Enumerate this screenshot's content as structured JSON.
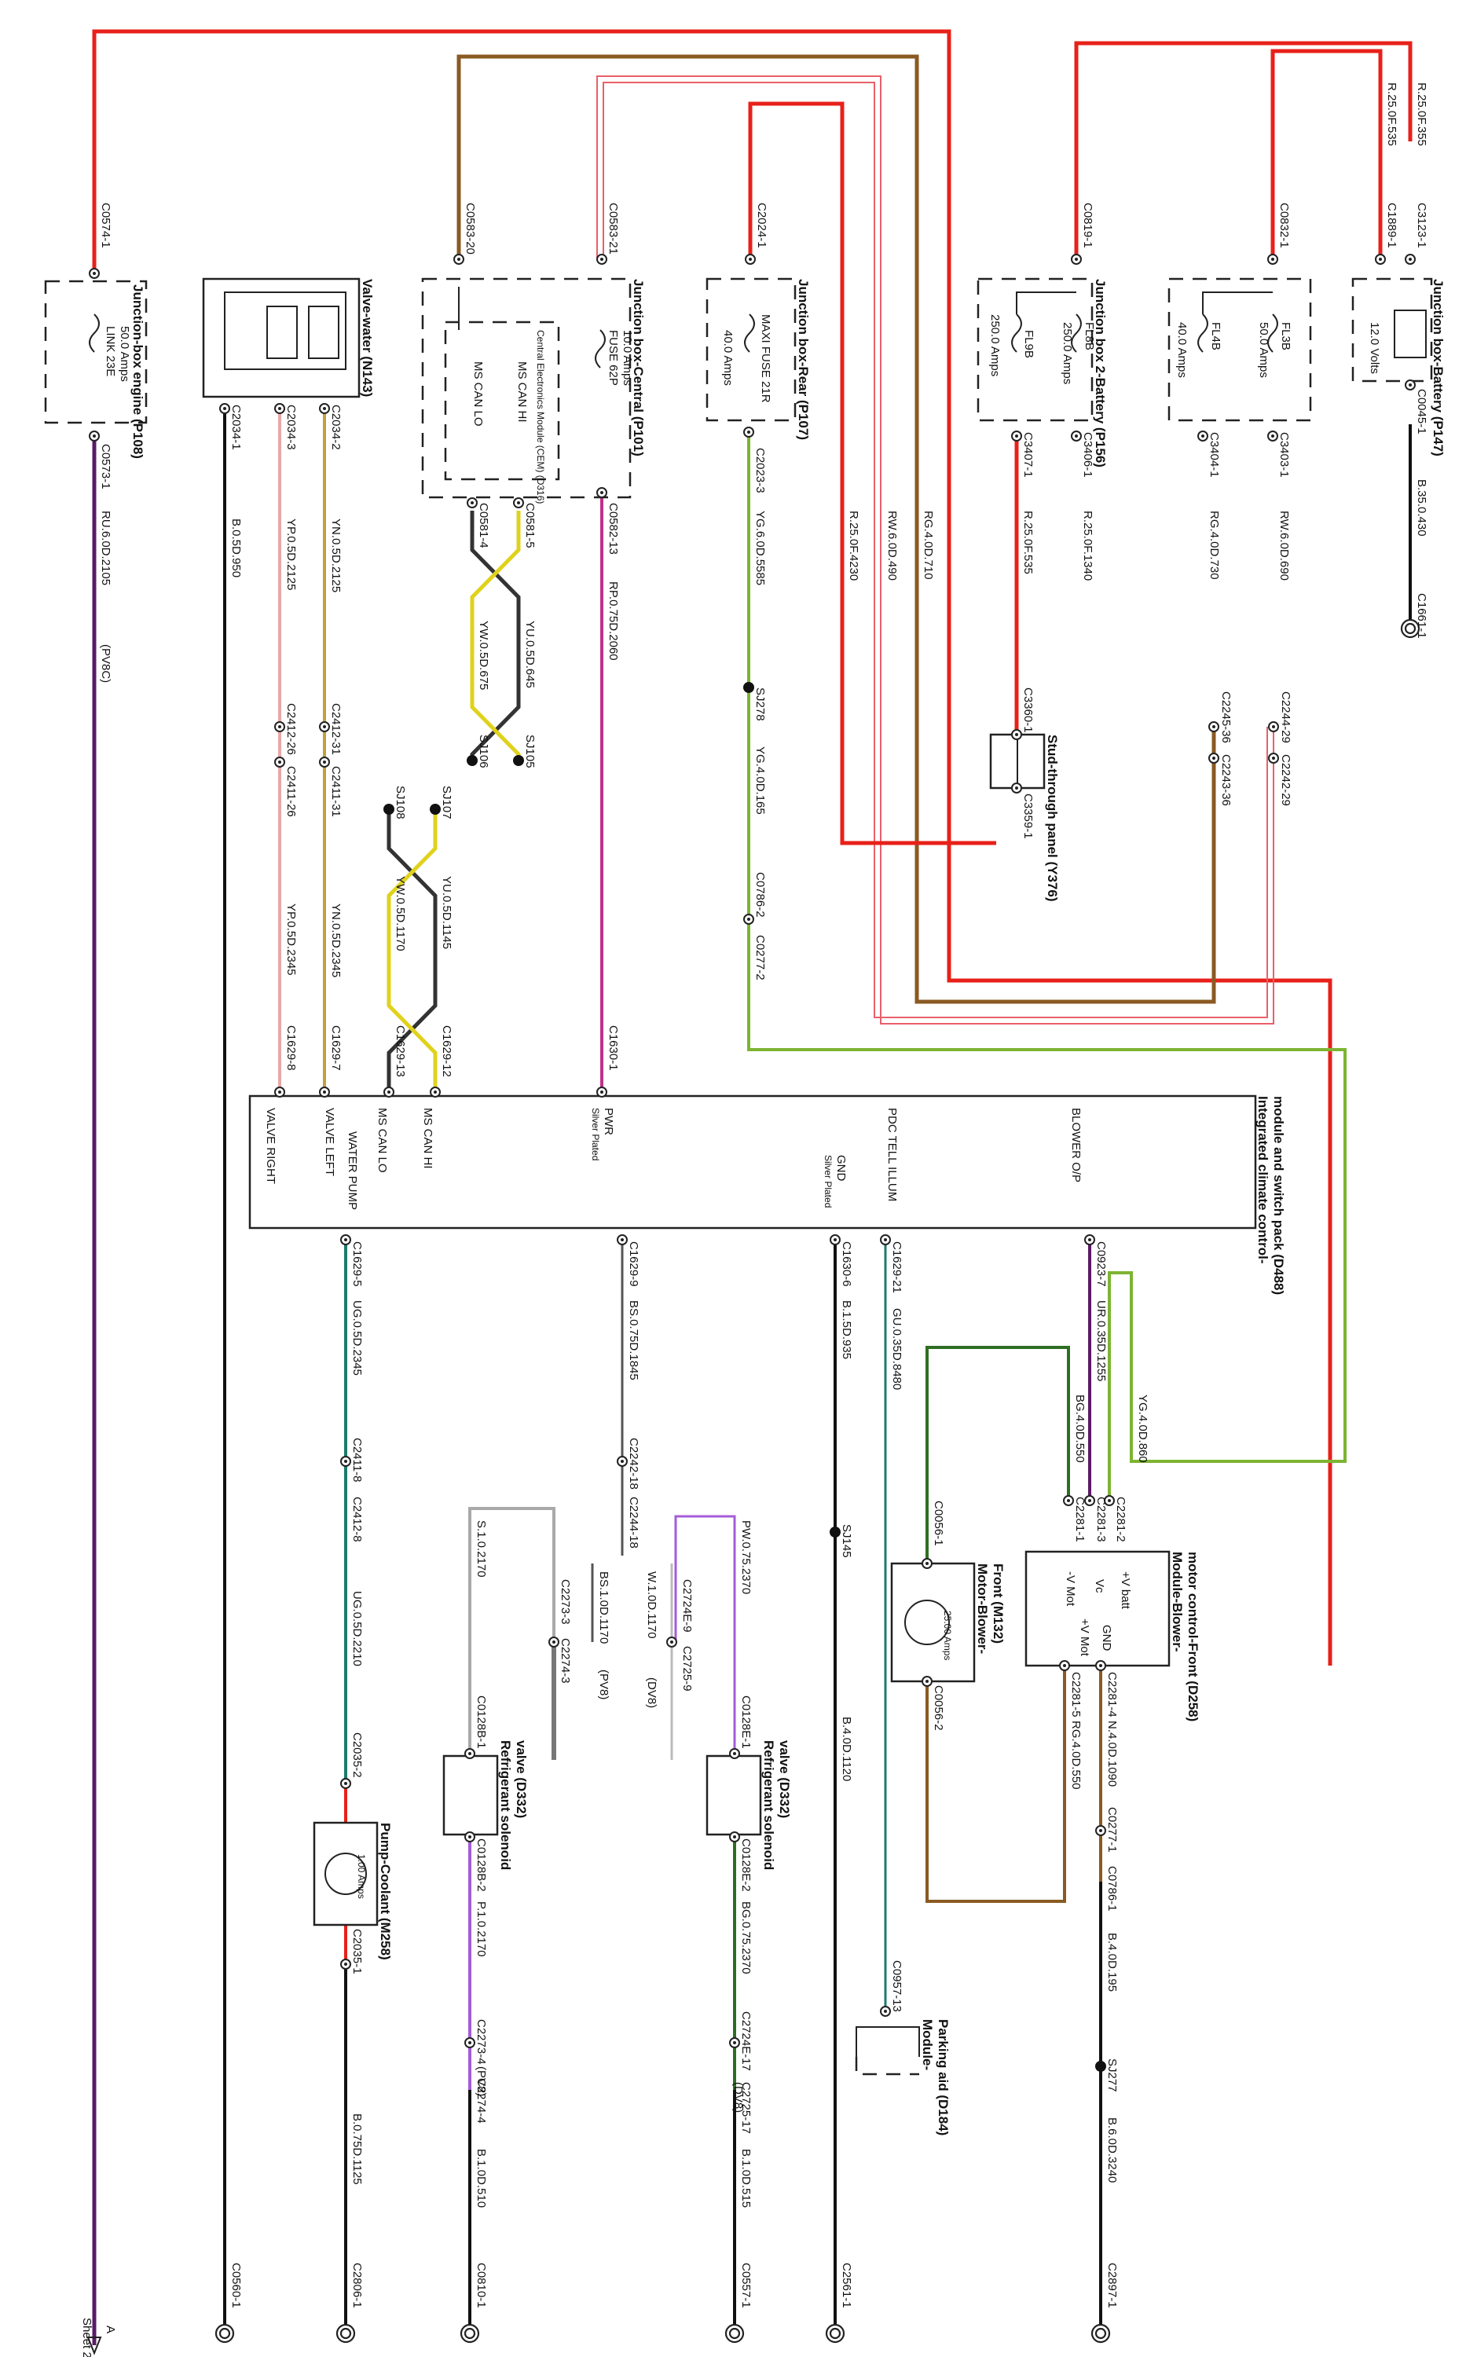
{
  "colors": {
    "red": "#e8201a",
    "brown": "#8a5a22",
    "green": "#7db432",
    "darkgreen": "#2e6e22",
    "violet": "#5b1a66",
    "purple": "#a45cd8",
    "magenta": "#c0308a",
    "teal": "#1e7a6e",
    "yellow": "#e2d21c",
    "gray": "#a9a9a9",
    "black": "#111111"
  },
  "components": {
    "jb_engine": {
      "title": "Junction-box engine (P108)",
      "fuse_name": "LINK 23E",
      "fuse_rating": "50.0 Amps"
    },
    "valve_water": {
      "title": "Valve-water (N143)"
    },
    "jb_central": {
      "title": "Junction box-Central (P101)",
      "fuse_name": "FUSE 62P",
      "fuse_rating": "10.0 Amps",
      "cem": "Central Electronics Module (CEM) (D316)",
      "pin_hi": "MS CAN HI",
      "pin_lo": "MS CAN LO"
    },
    "jb_rear": {
      "title": "Junction box-Rear (P107)",
      "fuse_name": "MAXI FUSE 21R",
      "fuse_rating": "40.0 Amps"
    },
    "jb2_battery": {
      "title": "Junction box 2-Battery (P156)",
      "fuse_b_name": "FL8B",
      "fuse_b_rating": "250.0 Amps",
      "fuse_a_name": "FL9B",
      "fuse_a_rating": "250.0 Amps"
    },
    "jb_battery": {
      "title": "Junction box-Battery (P147)",
      "fuse_a_name": "FL3B",
      "fuse_a_rating": "50.0 Amps",
      "fuse_b_name": "FL4B",
      "fuse_b_rating": "40.0 Amps",
      "relay_volts": "12.0 Volts"
    },
    "stud_panel": {
      "title": "Stud-through panel (Y376)"
    },
    "icc": {
      "title_1": "Integrated climate control-",
      "title_2": "module and switch pack (D488)",
      "pin_blower": "BLOWER O/P",
      "pin_pdc": "PDC TELL ILLUM",
      "pin_gnd": "GND",
      "pin_gnd_sub": "Silver Plated",
      "pin_pwr": "PWR",
      "pin_pwr_sub": "Silver Plated",
      "pin_can_hi": "MS CAN HI",
      "pin_can_lo": "MS CAN LO",
      "pin_water": "WATER PUMP",
      "pin_valve_left": "VALVE LEFT",
      "pin_valve_right": "VALVE RIGHT"
    },
    "blower_module": {
      "title_1": "Module-Blower-",
      "title_2": "motor control-Front (D258)",
      "pin_batt": "+V batt",
      "pin_vc": "Vc",
      "pin_gnd": "GND",
      "pin_vmot_p": "+V Mot",
      "pin_vmot_n": "-V Mot"
    },
    "blower_motor": {
      "title_1": "Motor-Blower-",
      "title_2": "Front (M132)",
      "rating": "25.00 Amps"
    },
    "rs_valve_a": {
      "title_1": "Refrigerant solenoid",
      "title_2": "valve (D332)"
    },
    "rs_valve_b": {
      "title_1": "Refrigerant solenoid",
      "title_2": "valve (D332)"
    },
    "pump": {
      "title": "Pump-Coolant (M258)",
      "rating": "1.00 Amps"
    },
    "parking": {
      "title_1": "Module-",
      "title_2": "Parking aid (D184)"
    }
  },
  "connectors": {
    "c0574_1": "C0574-1",
    "c0573_1": "C0573-1",
    "c2034_1": "C2034-1",
    "c2034_3": "C2034-3",
    "c2034_2": "C2034-2",
    "c0583_20": "C0583-20",
    "c0583_21": "C0583-21",
    "c0581_5": "C0581-5",
    "c0581_4": "C0581-4",
    "c0582_13": "C0582-13",
    "c2024_1": "C2024-1",
    "c2023_3": "C2023-3",
    "c0819_1": "C0819-1",
    "c3407_1": "C3407-1",
    "c3406_1": "C3406-1",
    "c0832_1": "C0832-1",
    "c3404_1": "C3404-1",
    "c3403_1": "C3403-1",
    "c1889_1": "C1889-1",
    "c3123_1": "C3123-1",
    "c0045_1": "C0045-1",
    "c1661_1": "C1661-1",
    "c3360_1": "C3360-1",
    "c3359_1": "C3359-1",
    "c2245_36": "C2245-36",
    "c2243_36": "C2243-36",
    "c2244_29": "C2244-29",
    "c2242_29": "C2242-29",
    "c0786_2": "C0786-2",
    "c0277_2": "C0277-2",
    "c2412_26": "C2412-26",
    "c2411_26": "C2411-26",
    "c2412_31": "C2412-31",
    "c2411_31": "C2411-31",
    "c1629_8": "C1629-8",
    "c1629_7": "C1629-7",
    "c1629_13": "C1629-13",
    "c1629_12": "C1629-12",
    "c1630_1": "C1630-1",
    "c1629_5": "C1629-5",
    "c1629_9": "C1629-9",
    "c1630_6": "C1630-6",
    "c1629_21": "C1629-21",
    "c0923_7": "C0923-7",
    "c2411_8": "C2411-8",
    "c2412_8": "C2412-8",
    "c2242_18": "C2242-18",
    "c2244_18": "C2244-18",
    "c2273_3": "C2273-3",
    "c2274_3": "C2274-3",
    "c2724e_9": "C2724E-9",
    "c2725_9": "C2725-9",
    "c0128b_1": "C0128B-1",
    "c0128b_2": "C0128B-2",
    "c0128e_1": "C0128E-1",
    "c0128e_2": "C0128E-2",
    "c2035_2": "C2035-2",
    "c2035_1": "C2035-1",
    "c2273_4": "C2273-4",
    "c2274_4": "C2274-4",
    "c2724e_17": "C2724E-17",
    "c2725_17": "C2725-17",
    "c0056_1": "C0056-1",
    "c0056_2": "C0056-2",
    "c2281_2": "C2281-2",
    "c2281_3": "C2281-3",
    "c2281_1": "C2281-1",
    "c2281_4": "C2281-4",
    "c2281_5": "C2281-5",
    "c0277_1": "C0277-1",
    "c0786_1": "C0786-1",
    "c0957_13": "C0957-13",
    "c0560_1": "C0560-1",
    "c2806_1": "C2806-1",
    "c0810_1": "C0810-1",
    "c0557_1": "C0557-1",
    "c2561_1": "C2561-1",
    "c2897_1": "C2897-1"
  },
  "splices": {
    "sj106": "SJ106",
    "sj105": "SJ105",
    "sj107": "SJ107",
    "sj108": "SJ108",
    "sj278": "SJ278",
    "sj145": "SJ145",
    "sj277": "SJ277"
  },
  "wires": {
    "w_ru_2105": "RU.6.0D.2105",
    "w_pv8c": "(PV8C)",
    "w_b_950": "B.0.5D.950",
    "w_yp_2125": "YP.0.5D.2125",
    "w_yn_2125": "YN.0.5D.2125",
    "w_yw_675": "YW.0.5D.675",
    "w_yu_645": "YU.0.5D.645",
    "w_rp_2060": "RP.0.75D.2060",
    "w_yg_5585": "YG.6.0D.5585",
    "w_yg_165": "YG.4.0D.165",
    "w_r_4230": "R.25.0F.4230",
    "w_rw_490": "RW.6.0D.490",
    "w_rg_710": "RG.4.0D.710",
    "w_r_535a": "R.25.0F.535",
    "w_r_1340": "R.25.0F.1340",
    "w_rg_730": "RG.4.0D.730",
    "w_rw_690": "RW.6.0D.690",
    "w_r_535b": "R.25.0F.535",
    "w_r_355": "R.25.0F.355",
    "w_b_430": "B.35.0.430",
    "w_yp_2345": "YP.0.5D.2345",
    "w_yn_2345": "YN.0.5D.2345",
    "w_yw_1170": "YW.0.5D.1170",
    "w_yu_1145": "YU.0.5D.1145",
    "w_ug_2345": "UG.0.5D.2345",
    "w_bs_1845": "BS.0.75D.1845",
    "w_b_935": "B.1.5D.935",
    "w_gu_8480": "GU.0.35D.8480",
    "w_ur_1255": "UR.0.35D.1255",
    "w_bg_550": "BG.4.0D.550",
    "w_yg_860": "YG.4.0D.860",
    "w_ug_2210": "UG.0.5D.2210",
    "w_s_2170": "S.1.0.2170",
    "w_bs_1170": "BS.1.0D.1170",
    "w_pv8": "(PV8)",
    "w_w_1170": "W.1.0D.1170",
    "w_dv8": "(DV8)",
    "w_pw_2370": "PW.0.75.2370",
    "w_b_1120": "B.4.0D.1120",
    "w_n_1090": "N.4.0D.1090",
    "w_rg_550": "RG.4.0D.550",
    "w_p_2170": "P.1.0.2170",
    "w_pv8b": "(PV8)",
    "w_bg_2370": "BG.0.75.2370",
    "w_dv8b": "(DV8)",
    "w_b_195": "B.4.0D.195",
    "w_b_1125": "B.0.75D.1125",
    "w_b_510": "B.1.0D.510",
    "w_b_515": "B.1.0D.515",
    "w_b_3240": "B.6.0D.3240"
  },
  "offsheet": {
    "letter": "A",
    "sheet": "Sheet 2"
  }
}
